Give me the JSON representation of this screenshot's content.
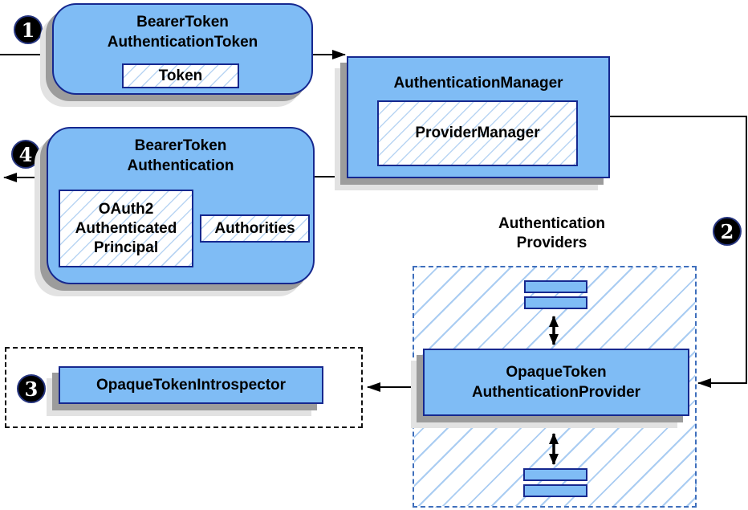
{
  "badges": {
    "step1": "1",
    "step2": "2",
    "step3": "3",
    "step4": "4"
  },
  "nodes": {
    "bearer_token_authentication_token": {
      "title_line1": "BearerToken",
      "title_line2": "AuthenticationToken",
      "token": "Token"
    },
    "authentication_manager": {
      "title": "AuthenticationManager",
      "provider_manager": "ProviderManager"
    },
    "bearer_token_authentication": {
      "title_line1": "BearerToken",
      "title_line2": "Authentication",
      "principal_line1": "OAuth2",
      "principal_line2": "Authenticated",
      "principal_line3": "Principal",
      "authorities": "Authorities"
    },
    "providers_group": {
      "label_line1": "Authentication",
      "label_line2": "Providers"
    },
    "opaque_token_authentication_provider": {
      "line1": "OpaqueToken",
      "line2": "AuthenticationProvider"
    },
    "opaque_token_introspector": {
      "label": "OpaqueTokenIntrospector"
    }
  },
  "colors": {
    "box_fill": "#7fbcf5",
    "box_border": "#16288f",
    "hatch": "#b9d5f3",
    "hatch_lg": "#a9ccf2",
    "dash_blue": "#3f6fbc",
    "shadow1": "#9c9c9c",
    "shadow2": "#e2e2e2",
    "line": "#000000"
  }
}
